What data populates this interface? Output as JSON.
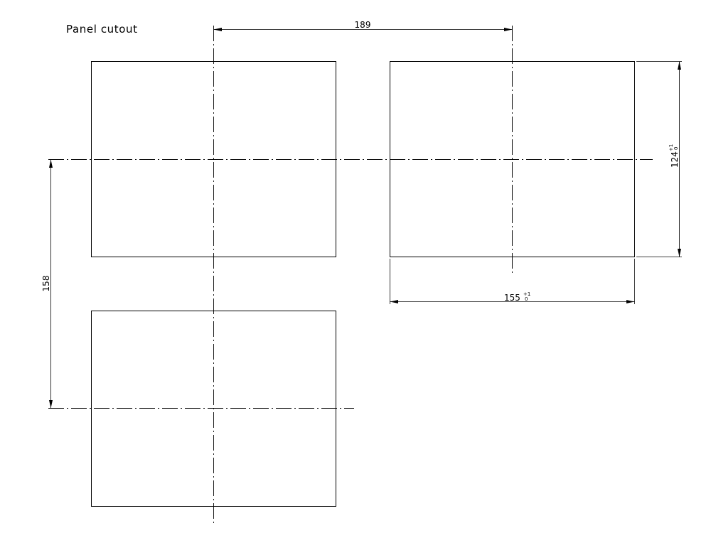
{
  "title": "Panel cutout",
  "dimensions": {
    "pitch_horizontal": "189",
    "pitch_vertical": "158",
    "cutout_width": "155",
    "cutout_width_tol_plus": "+1",
    "cutout_width_tol_minus": "0",
    "cutout_height": "124",
    "cutout_height_tol_plus": "+1",
    "cutout_height_tol_minus": "0"
  },
  "colors": {
    "line": "#000000",
    "background": "#ffffff"
  }
}
